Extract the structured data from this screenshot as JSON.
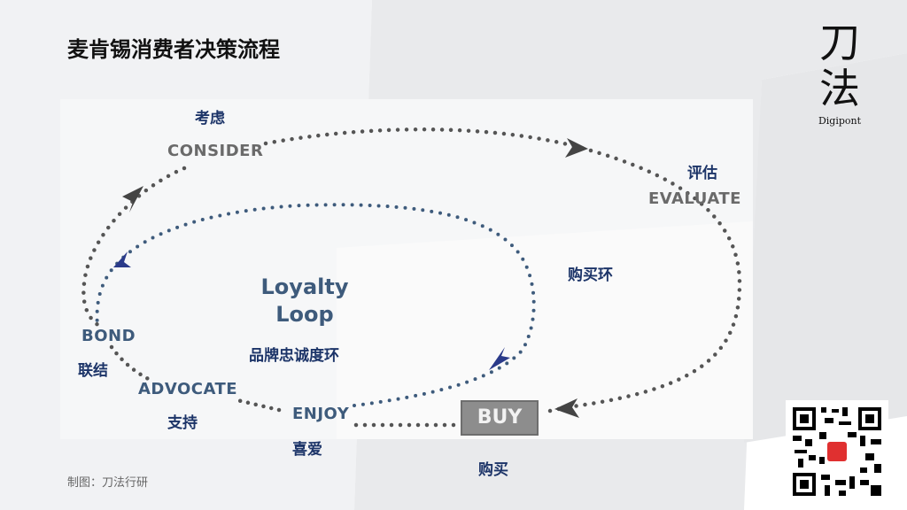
{
  "title": "麦肯锡消费者决策流程",
  "stages": {
    "consider": {
      "en": "CONSIDER",
      "cn": "考虑"
    },
    "evaluate": {
      "en": "EVALUATE",
      "cn": "评估"
    },
    "buy": {
      "en": "BUY",
      "cn": "购买"
    },
    "enjoy": {
      "en": "ENJOY",
      "cn": "喜爱"
    },
    "advocate": {
      "en": "ADVOCATE",
      "cn": "支持"
    },
    "bond": {
      "en": "BOND",
      "cn": "联结"
    }
  },
  "loops": {
    "loyalty_en_1": "Loyalty",
    "loyalty_en_2": "Loop",
    "loyalty_cn": "品牌忠诚度环",
    "purchase_cn": "购买环"
  },
  "caption": "制图：刀法行研",
  "logo": {
    "char1": "刀",
    "char2": "法",
    "name": "Digipont"
  },
  "colors": {
    "cn_label": "#1c3468",
    "en_label": "#6a6a6a",
    "loyalty": "#3e5b7c",
    "inner_dots": "#3e5b7c",
    "outer_dots": "#555555"
  }
}
